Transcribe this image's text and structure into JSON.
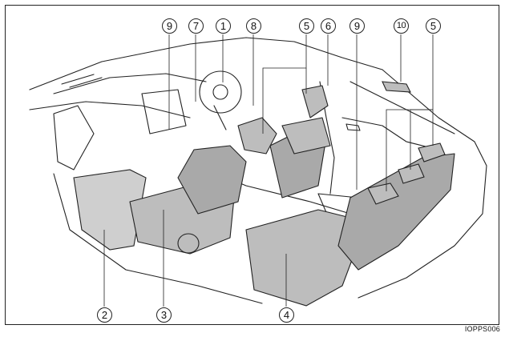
{
  "figure": {
    "code": "IOPPS006",
    "colors": {
      "line": "#222222",
      "seat_fill": "#bdbdbd",
      "seat_fill_dark": "#a9a9a9",
      "floor_fill": "#cfcfcf",
      "background": "#ffffff"
    }
  },
  "callouts": [
    {
      "id": "c1",
      "label": "1"
    },
    {
      "id": "c2",
      "label": "2"
    },
    {
      "id": "c3",
      "label": "3"
    },
    {
      "id": "c4",
      "label": "4"
    },
    {
      "id": "c5a",
      "label": "5"
    },
    {
      "id": "c5b",
      "label": "5"
    },
    {
      "id": "c6",
      "label": "6"
    },
    {
      "id": "c7",
      "label": "7"
    },
    {
      "id": "c8",
      "label": "8"
    },
    {
      "id": "c9a",
      "label": "9"
    },
    {
      "id": "c9b",
      "label": "9"
    },
    {
      "id": "c10",
      "label": "10"
    }
  ]
}
